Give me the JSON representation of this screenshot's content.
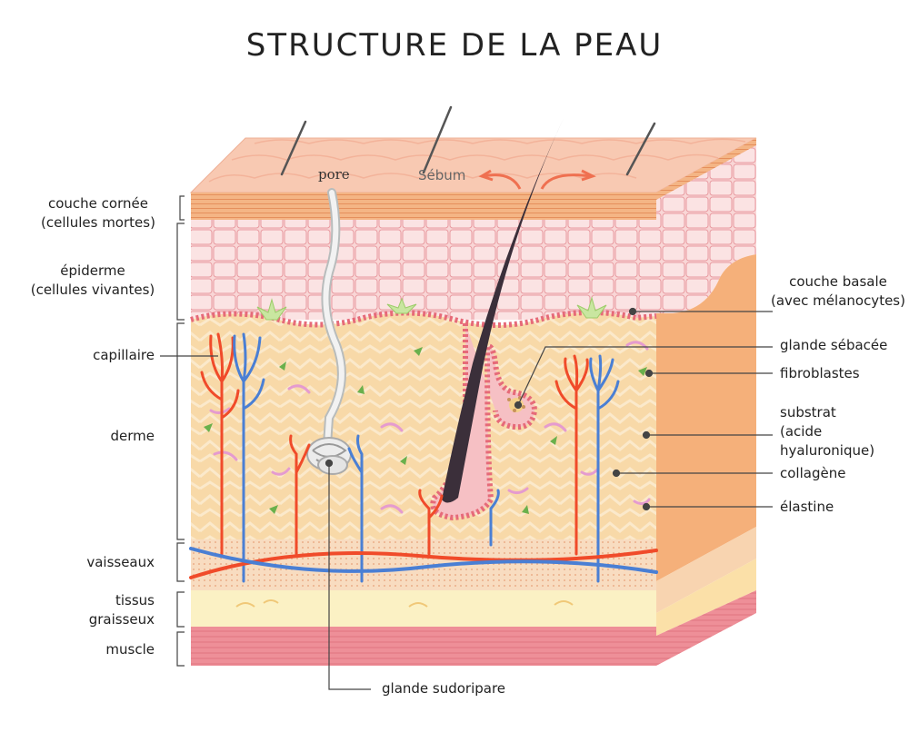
{
  "title": "STRUCTURE DE LA PEAU",
  "inline_labels": {
    "pore": "pore",
    "sebum": "Sébum"
  },
  "left_labels": {
    "couche_cornee": [
      "couche cornée",
      "(cellules mortes)"
    ],
    "epiderme": [
      "épiderme",
      "(cellules vivantes)"
    ],
    "capillaire": "capillaire",
    "derme": "derme",
    "vaisseaux": "vaisseaux",
    "tissus_graisseux": [
      "tissus",
      "graisseux"
    ],
    "muscle": "muscle"
  },
  "right_labels": {
    "couche_basale": [
      "couche basale",
      "(avec mélanocytes)"
    ],
    "glande_sebacee": "glande sébacée",
    "fibroblastes": "fibroblastes",
    "substrat": [
      "substrat",
      "(acide",
      "hyaluronique)"
    ],
    "collagene": "collagène",
    "elastine": "élastine"
  },
  "bottom_labels": {
    "glande_sudoripare": "glande sudoripare"
  },
  "colors": {
    "stratum_corneum": "#f0a070",
    "epidermis": "#f6c8c8",
    "dermis": "#f8d9a8",
    "dermis_side": "#f5b07a",
    "vessels_band": "#f8dcc0",
    "fat": "#fbf1c4",
    "muscle": "#ee8f98",
    "artery": "#f04b2a",
    "vein": "#4a7fd4",
    "hair": "#3b2f3a",
    "leader": "#444444"
  }
}
